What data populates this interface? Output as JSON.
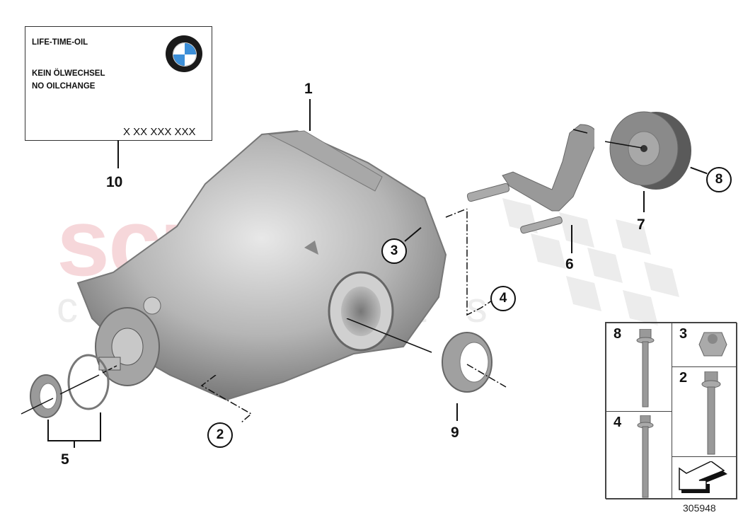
{
  "oil_label": {
    "line1": "LIFE-TIME-OIL",
    "line2": "KEIN ÖLWECHSEL",
    "line3": "NO OILCHANGE",
    "part_number": "X XX XXX XXX",
    "logo_text": "BMW",
    "callout": "10"
  },
  "callouts": {
    "c1": "1",
    "c2": "2",
    "c3": "3",
    "c4": "4",
    "c5": "5",
    "c6": "6",
    "c7": "7",
    "c8": "8",
    "c9": "9"
  },
  "watermark": {
    "main": "scuderia",
    "sub": "carparts"
  },
  "fastener_grid": {
    "cells": [
      {
        "number": "8",
        "part": "flange bolt long"
      },
      {
        "number": "3",
        "part": "hex flange nut"
      },
      {
        "number": "2",
        "part": "flange bolt"
      },
      {
        "number": "4",
        "part": "flange bolt long"
      }
    ]
  },
  "diagram_ref": "305948",
  "colors": {
    "watermark_red": "#e68c96",
    "line": "#111111",
    "part_grey": "#9a9a9a"
  }
}
